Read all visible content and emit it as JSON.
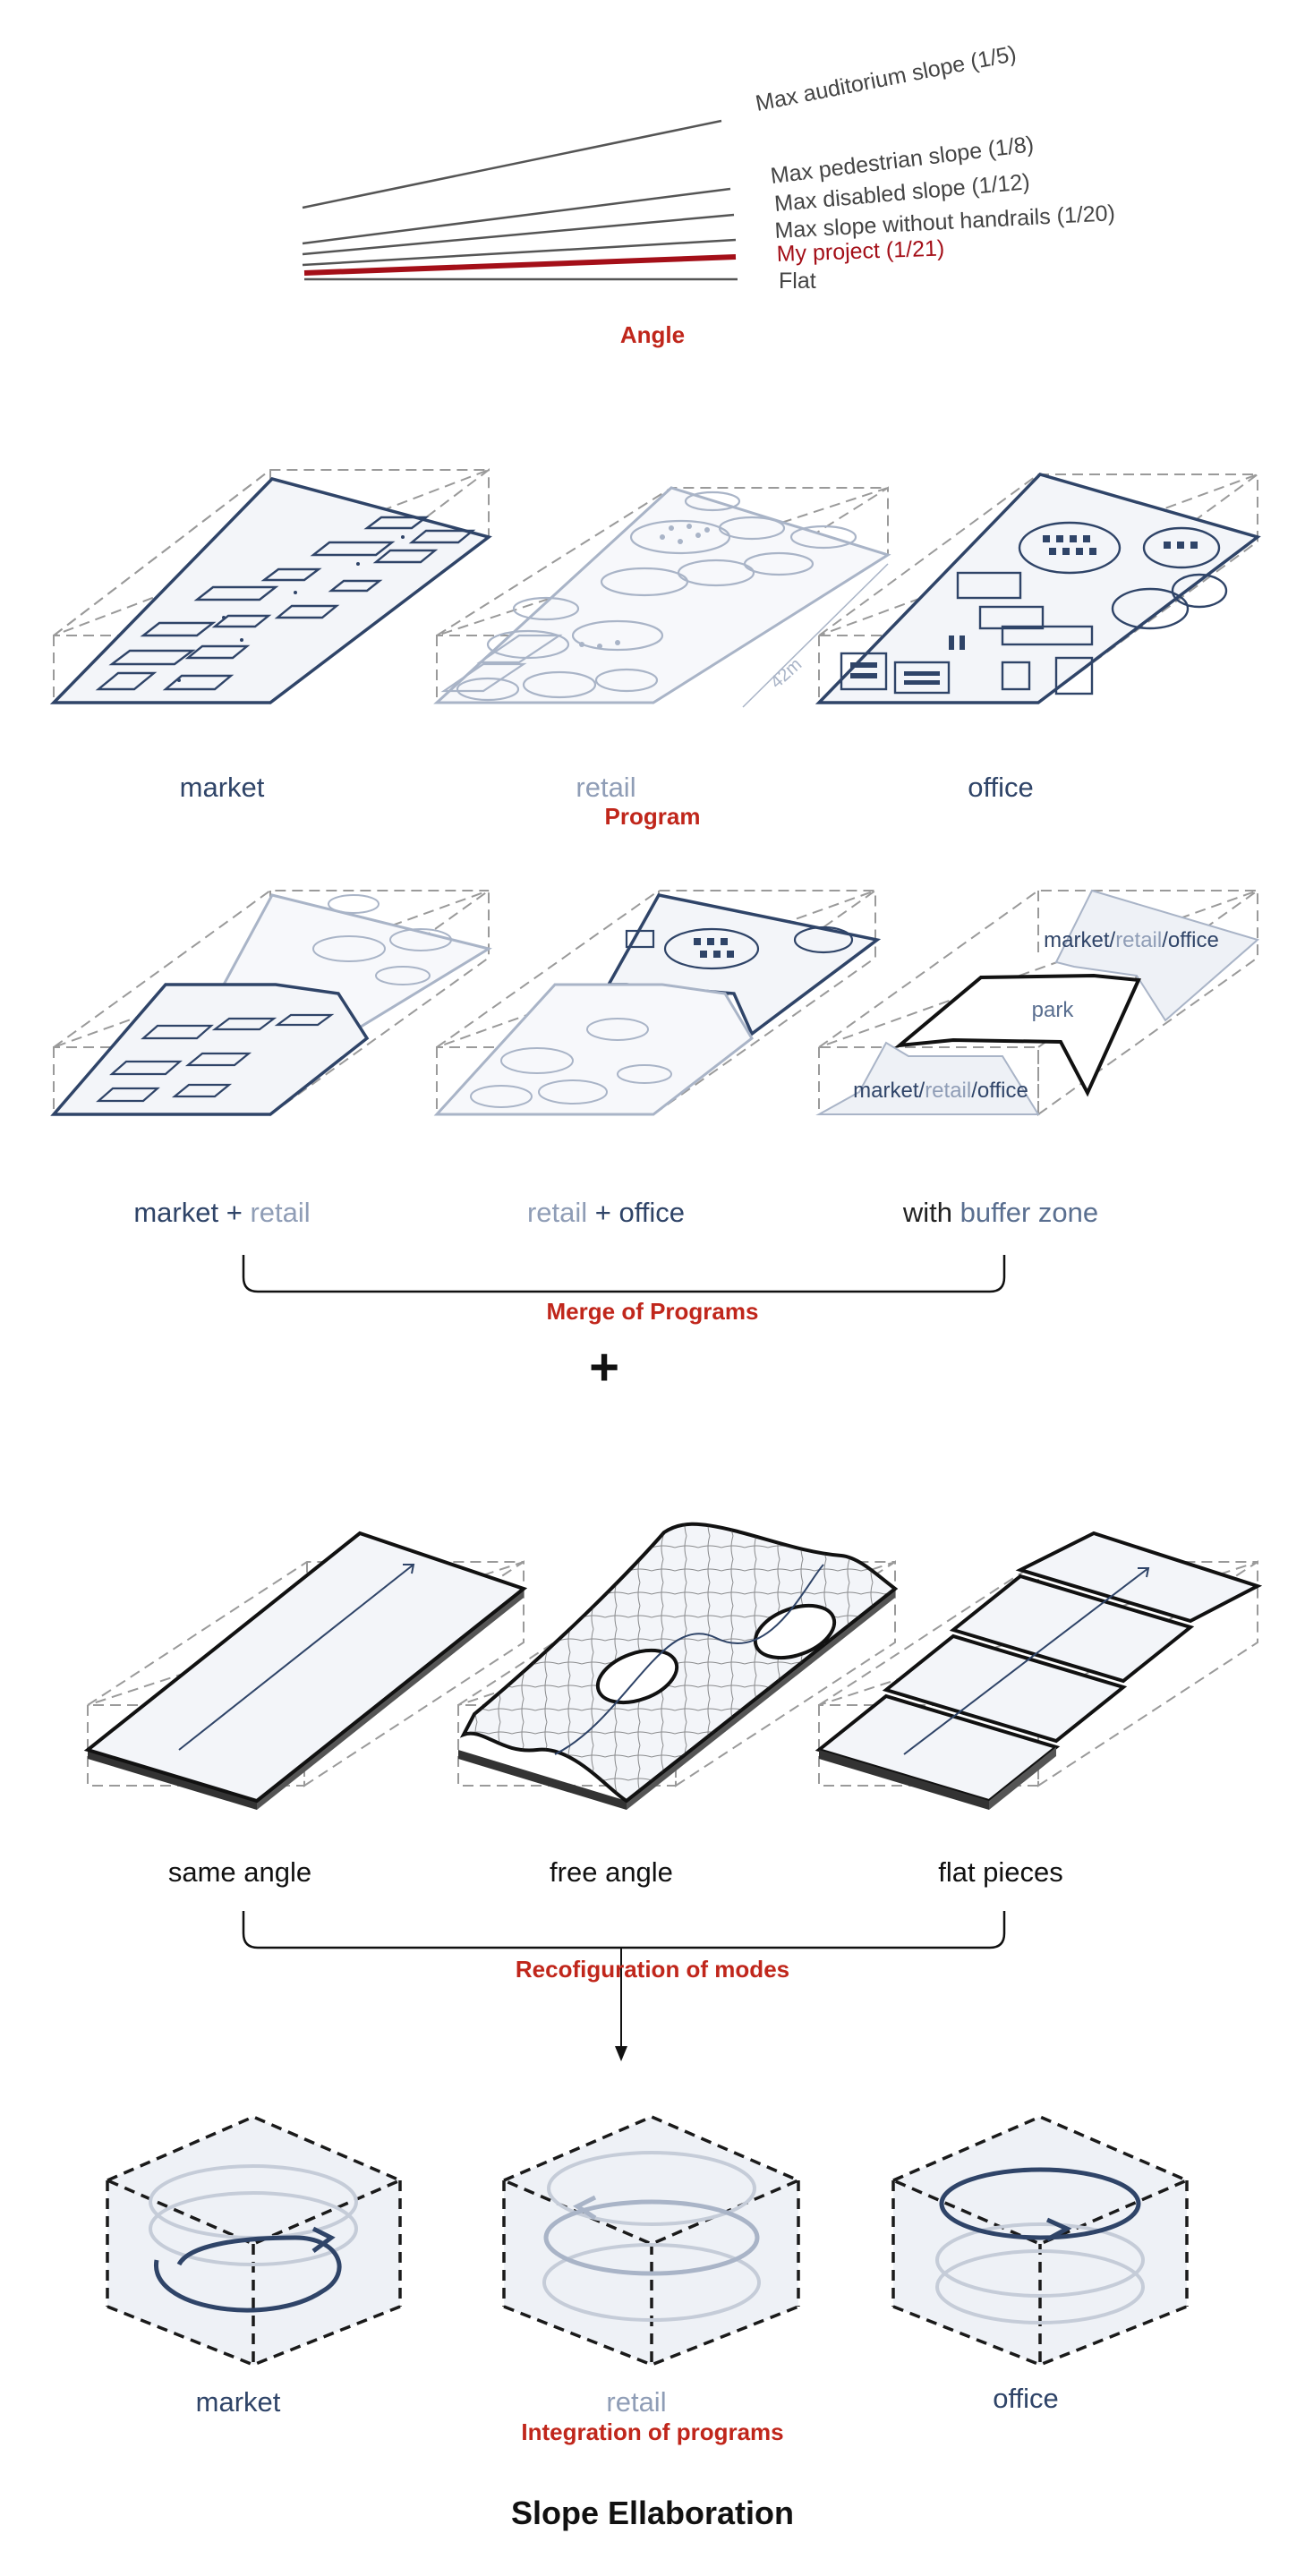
{
  "colors": {
    "navy": "#2f4468",
    "pale": "#8f9db6",
    "red": "#c0261b",
    "dark_red": "#a40f18",
    "grey": "#555555"
  },
  "angle": {
    "labels": {
      "auditorium": "Max auditorium slope (1/5)",
      "pedestrian": "Max pedestrian slope (1/8)",
      "disabled": "Max disabled slope (1/12)",
      "handrails": "Max slope without handrails (1/20)",
      "project": "My project (1/21)",
      "flat": "Flat"
    },
    "title": "Angle"
  },
  "program": {
    "labels": [
      "market",
      "retail",
      "office"
    ],
    "dimension": "42m",
    "title": "Program"
  },
  "merge": {
    "a": {
      "p1": "market",
      "plus": " + ",
      "p2": "retail"
    },
    "b": {
      "p1": "retail",
      "plus": " + ",
      "p2": "office"
    },
    "c": {
      "p1": "with ",
      "p2": "buffer zone"
    },
    "buffer_top": {
      "p1": "market/",
      "p2": "retail",
      "p3": "/office"
    },
    "buffer_bottom": {
      "p1": "market/",
      "p2": "retail",
      "p3": "/office"
    },
    "park": "park",
    "title": "Merge of Programs",
    "plus_sign": "+"
  },
  "modes": {
    "labels": [
      "same angle",
      "free angle",
      "flat pieces"
    ],
    "title": "Recofiguration of modes"
  },
  "integration": {
    "labels": [
      "market",
      "retail",
      "office"
    ],
    "title": "Integration of programs"
  },
  "page_title": "Slope Ellaboration"
}
